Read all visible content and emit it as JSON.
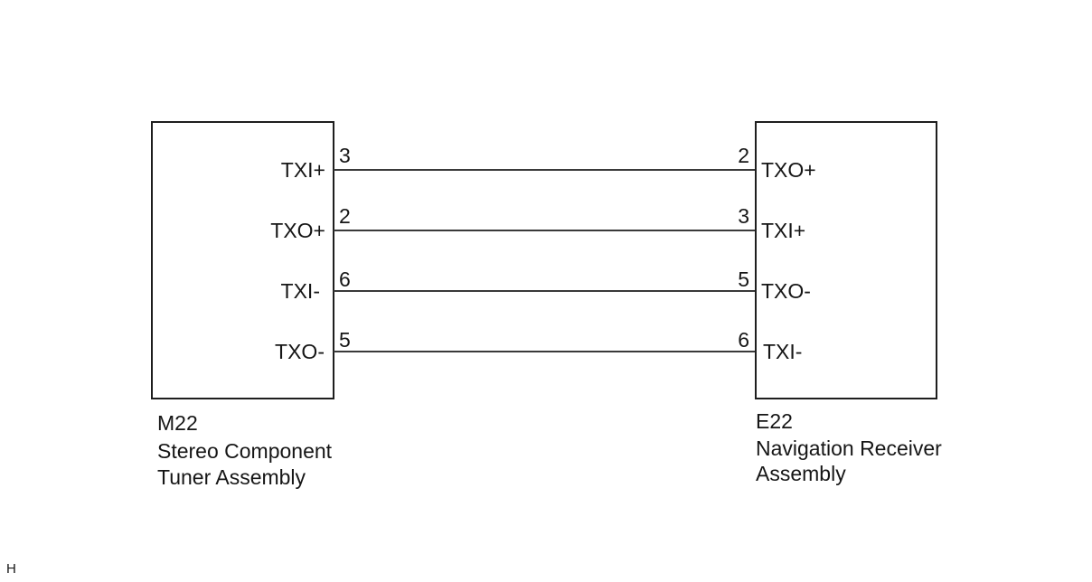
{
  "left_component": {
    "code": "M22",
    "name_lines": [
      "Stereo Component",
      "Tuner Assembly"
    ],
    "terminals": [
      {
        "signal": "TXI+",
        "pin": "3"
      },
      {
        "signal": "TXO+",
        "pin": "2"
      },
      {
        "signal": "TXI-",
        "pin": "6"
      },
      {
        "signal": "TXO-",
        "pin": "5"
      }
    ]
  },
  "right_component": {
    "code": "E22",
    "name_lines": [
      "Navigation Receiver",
      "Assembly"
    ],
    "terminals": [
      {
        "signal": "TXO+",
        "pin": "2"
      },
      {
        "signal": "TXI+",
        "pin": "3"
      },
      {
        "signal": "TXO-",
        "pin": "5"
      },
      {
        "signal": "TXI-",
        "pin": "6"
      }
    ]
  },
  "corner_mark": "H",
  "colors": {
    "background": "#ffffff",
    "outline": "#1e1e1e",
    "wire": "#3a3a3a",
    "text": "#161616"
  }
}
